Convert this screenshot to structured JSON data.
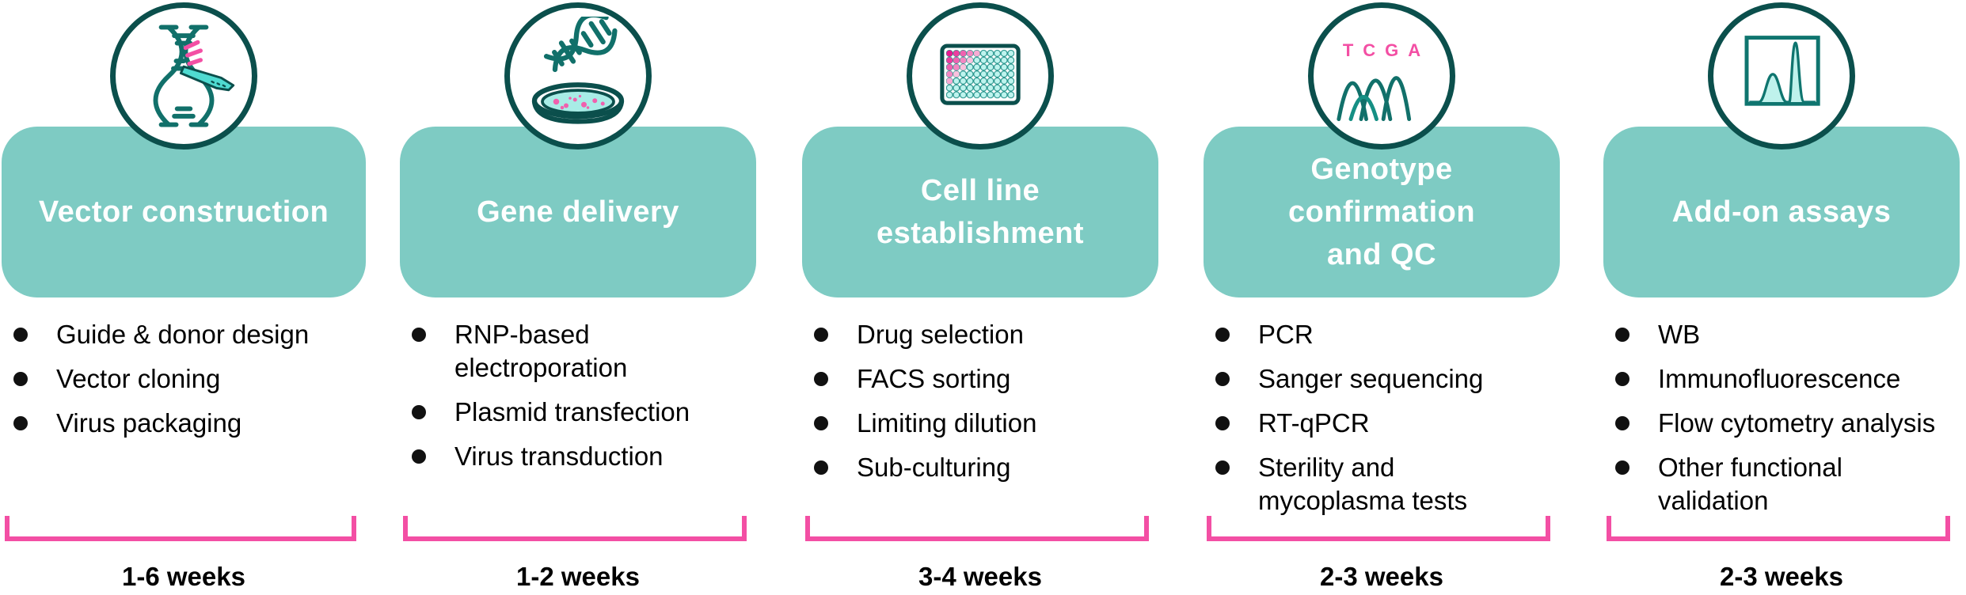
{
  "colors": {
    "step_box_teal": "#7ecbc3",
    "circle_ring_teal": "#0b4f4c",
    "icon_stroke_teal": "#11706a",
    "icon_light_cyan": "#4fdbd1",
    "pink_accent": "#f34fa4",
    "title_text": "#ffffff",
    "body_text": "#000000"
  },
  "steps": [
    {
      "title": "Vector construction",
      "icon": "dna-cut-scalpel-icon",
      "bullets": [
        "Guide & donor design",
        "Vector cloning",
        "Virus packaging"
      ],
      "duration": "1-6 weeks"
    },
    {
      "title": "Gene delivery",
      "icon": "dna-petri-dish-icon",
      "bullets": [
        "RNP-based electroporation",
        "Plasmid transfection",
        "Virus transduction"
      ],
      "duration": "1-2 weeks"
    },
    {
      "title": "Cell line\nestablishment",
      "icon": "multiwell-plate-icon",
      "bullets": [
        "Drug selection",
        "FACS sorting",
        "Limiting dilution",
        "Sub-culturing"
      ],
      "duration": "3-4 weeks"
    },
    {
      "title": "Genotype\nconfirmation\nand QC",
      "icon": "sanger-trace-icon",
      "icon_label": "TCGA",
      "bullets": [
        "PCR",
        "Sanger sequencing",
        "RT-qPCR",
        "Sterility and\nmycoplasma tests"
      ],
      "duration": "2-3 weeks"
    },
    {
      "title": "Add-on assays",
      "icon": "flow-histogram-icon",
      "bullets": [
        "WB",
        "Immunofluorescence",
        "Flow cytometry analysis",
        "Other functional validation"
      ],
      "duration": "2-3 weeks"
    }
  ]
}
